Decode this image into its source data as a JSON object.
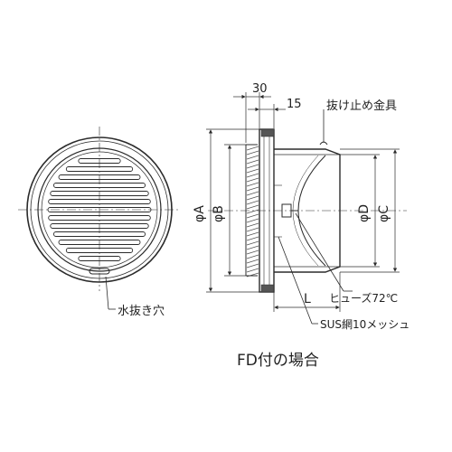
{
  "dimensions": {
    "top_30": "30",
    "top_15": "15",
    "phi_a": "φA",
    "phi_b": "φB",
    "phi_d": "φD",
    "phi_c": "φC",
    "len_l": "L"
  },
  "callouts": {
    "retaining_bracket": "抜け止め金具",
    "fuse": "ヒューズ72℃",
    "mesh": "SUS網10メッシュ",
    "drain_hole": "水抜き穴"
  },
  "caption": "FD付の場合",
  "colors": {
    "line": "#2b2b2b",
    "hatch": "#555555"
  }
}
